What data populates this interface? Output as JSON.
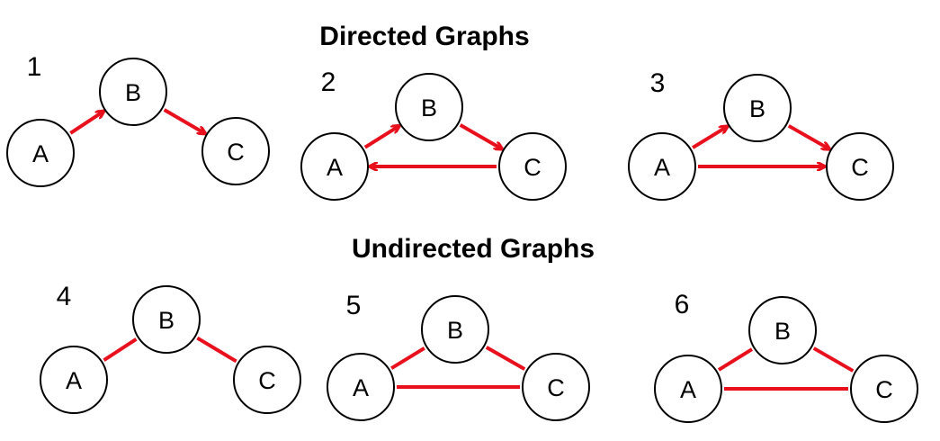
{
  "colors": {
    "edge": "#e8101c",
    "node_stroke": "#000000",
    "background": "#ffffff"
  },
  "sections": [
    {
      "title": "Directed Graphs"
    },
    {
      "title": "Undirected Graphs"
    }
  ],
  "graphs": [
    {
      "number": "1",
      "section": 0,
      "directed": true,
      "nodes": [
        "A",
        "B",
        "C"
      ],
      "edges": [
        {
          "from": "A",
          "to": "B"
        },
        {
          "from": "B",
          "to": "C"
        }
      ]
    },
    {
      "number": "2",
      "section": 0,
      "directed": true,
      "nodes": [
        "A",
        "B",
        "C"
      ],
      "edges": [
        {
          "from": "A",
          "to": "B"
        },
        {
          "from": "B",
          "to": "C"
        },
        {
          "from": "C",
          "to": "A"
        }
      ]
    },
    {
      "number": "3",
      "section": 0,
      "directed": true,
      "nodes": [
        "A",
        "B",
        "C"
      ],
      "edges": [
        {
          "from": "A",
          "to": "B"
        },
        {
          "from": "B",
          "to": "C"
        },
        {
          "from": "A",
          "to": "C"
        }
      ]
    },
    {
      "number": "4",
      "section": 1,
      "directed": false,
      "nodes": [
        "A",
        "B",
        "C"
      ],
      "edges": [
        {
          "from": "A",
          "to": "B"
        },
        {
          "from": "B",
          "to": "C"
        }
      ]
    },
    {
      "number": "5",
      "section": 1,
      "directed": false,
      "nodes": [
        "A",
        "B",
        "C"
      ],
      "edges": [
        {
          "from": "A",
          "to": "B"
        },
        {
          "from": "B",
          "to": "C"
        },
        {
          "from": "A",
          "to": "C"
        }
      ]
    },
    {
      "number": "6",
      "section": 1,
      "directed": false,
      "nodes": [
        "A",
        "B",
        "C"
      ],
      "edges": [
        {
          "from": "A",
          "to": "B"
        },
        {
          "from": "B",
          "to": "C"
        },
        {
          "from": "A",
          "to": "C"
        }
      ]
    }
  ]
}
